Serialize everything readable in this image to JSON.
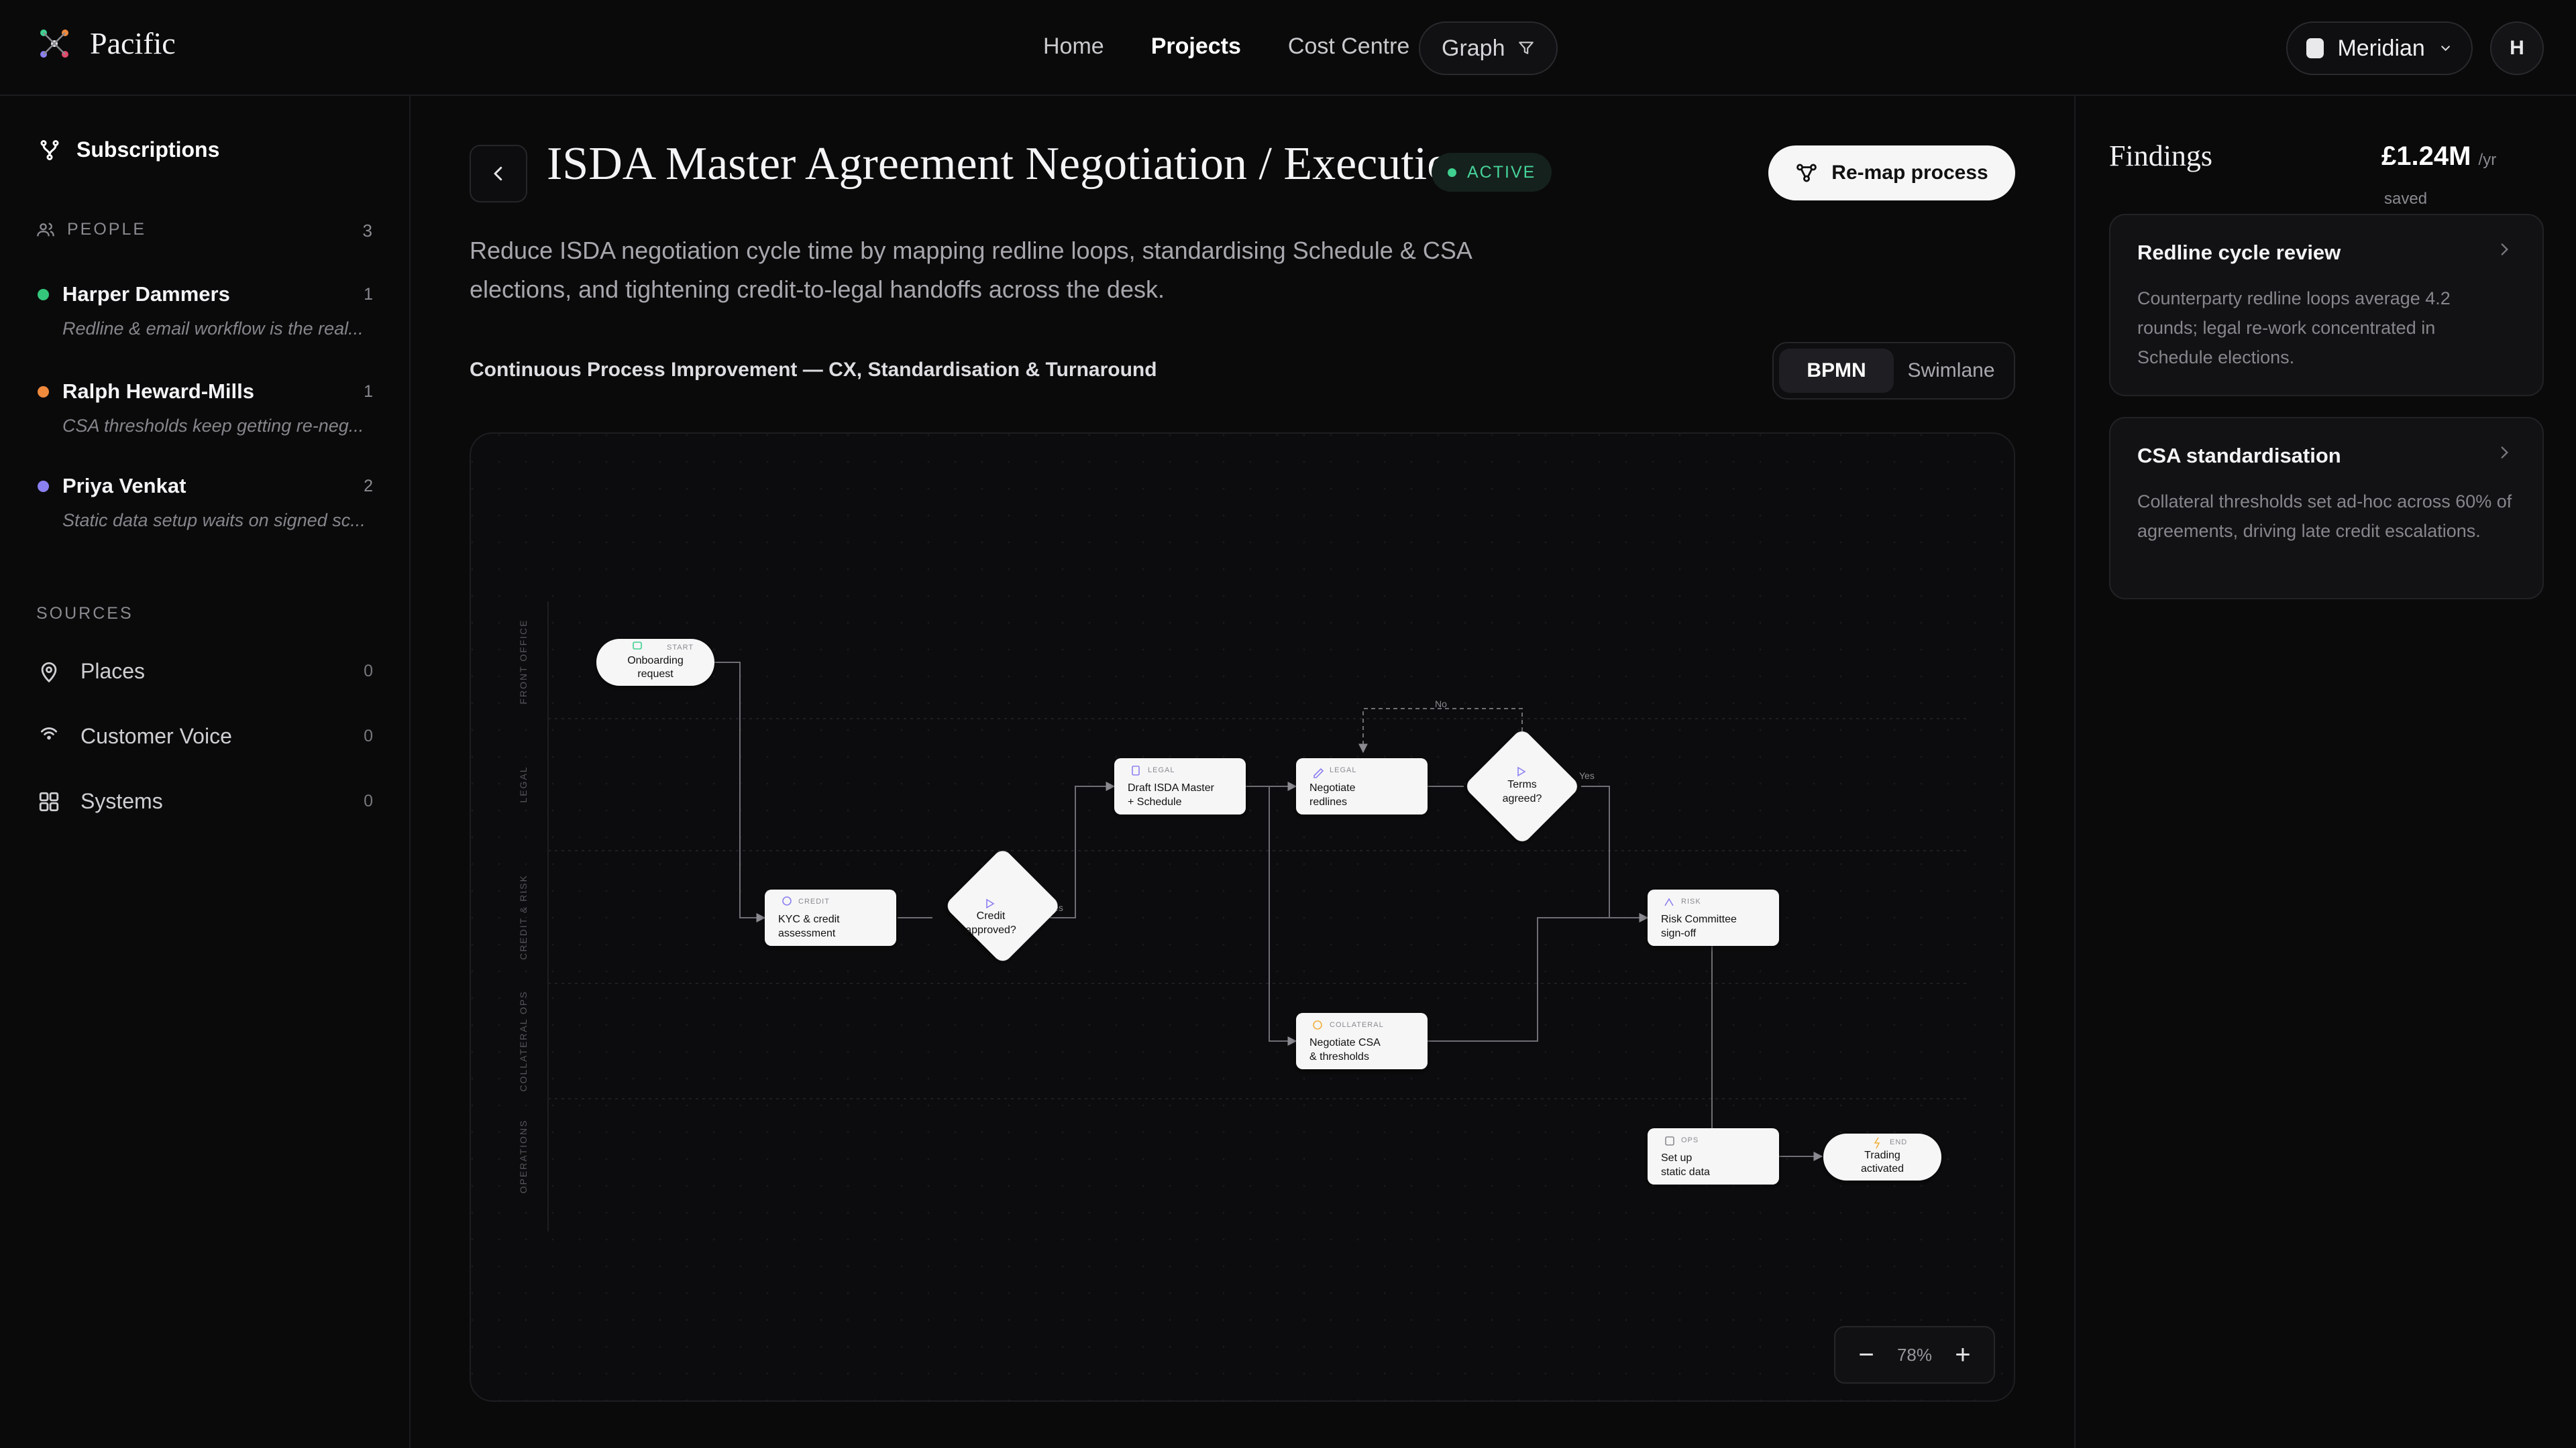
{
  "brand": {
    "name": "Pacific"
  },
  "nav": {
    "items": [
      "Home",
      "Projects",
      "Cost Centre"
    ],
    "active": "Projects",
    "graph_label": "Graph"
  },
  "workspace": {
    "name": "Meridian"
  },
  "user": {
    "initial": "H"
  },
  "sidebar": {
    "subscriptions_label": "Subscriptions",
    "people_heading": "PEOPLE",
    "people_count": "3",
    "people": [
      {
        "name": "Harper Dammers",
        "count": "1",
        "note": "Redline & email workflow is the real...",
        "color": "#34c77b"
      },
      {
        "name": "Ralph Heward-Mills",
        "count": "1",
        "note": "CSA thresholds keep getting re-neg...",
        "color": "#f08a3c"
      },
      {
        "name": "Priya Venkat",
        "count": "2",
        "note": "Static data setup waits on signed sc...",
        "color": "#8b80f0"
      }
    ],
    "sources_heading": "SOURCES",
    "sources": [
      {
        "label": "Places",
        "count": "0",
        "icon": "map-pin-icon"
      },
      {
        "label": "Customer Voice",
        "count": "0",
        "icon": "broadcast-icon"
      },
      {
        "label": "Systems",
        "count": "0",
        "icon": "grid-icon"
      }
    ]
  },
  "main": {
    "title": "ISDA Master Agreement Negotiation / Execution",
    "status": "ACTIVE",
    "remap_label": "Re-map process",
    "description": "Reduce ISDA negotiation cycle time by mapping redline loops, standardising Schedule & CSA elections, and tightening credit-to-legal handoffs across the desk.",
    "subheading": "Continuous Process Improvement — CX, Standardisation & Turnaround",
    "view_options": [
      "BPMN",
      "Swimlane"
    ],
    "active_view": "BPMN",
    "zoom": "78%"
  },
  "diagram": {
    "lanes": [
      "FRONT OFFICE",
      "LEGAL",
      "CREDIT & RISK",
      "COLLATERAL OPS",
      "OPERATIONS"
    ],
    "nodes": [
      {
        "id": "start",
        "tag": "START",
        "lines": [
          "Onboarding",
          "request"
        ]
      },
      {
        "id": "kyc",
        "tag": "CREDIT",
        "lines": [
          "KYC & credit",
          "assessment"
        ]
      },
      {
        "id": "credit_dec",
        "lines": [
          "Credit",
          "approved?"
        ]
      },
      {
        "id": "draft",
        "tag": "LEGAL",
        "lines": [
          "Draft ISDA Master",
          "+ Schedule"
        ]
      },
      {
        "id": "negotiate",
        "tag": "LEGAL",
        "lines": [
          "Negotiate",
          "redlines"
        ]
      },
      {
        "id": "terms_dec",
        "lines": [
          "Terms",
          "agreed?"
        ]
      },
      {
        "id": "csa",
        "tag": "COLLATERAL",
        "lines": [
          "Negotiate CSA",
          "& thresholds"
        ]
      },
      {
        "id": "risk",
        "tag": "RISK",
        "lines": [
          "Risk Committee",
          "sign-off"
        ]
      },
      {
        "id": "static",
        "tag": "OPS",
        "lines": [
          "Set up",
          "static data"
        ]
      },
      {
        "id": "end",
        "tag": "END",
        "lines": [
          "Trading",
          "activated"
        ]
      }
    ],
    "edge_labels": {
      "yes": "Yes",
      "no": "No"
    }
  },
  "findings": {
    "title": "Findings",
    "saved_amount": "£1.24M",
    "saved_period": "/yr",
    "saved_label": "saved",
    "cards": [
      {
        "title": "Redline cycle review",
        "body": "Counterparty redline loops average 4.2 rounds; legal re-work concentrated in Schedule elections."
      },
      {
        "title": "CSA standardisation",
        "body": "Collateral thresholds set ad-hoc across 60% of agreements, driving late credit escalations."
      }
    ]
  }
}
